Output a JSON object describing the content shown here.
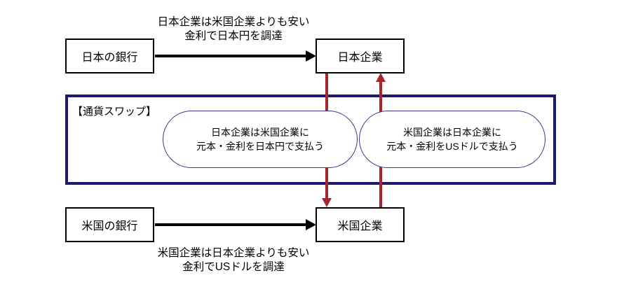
{
  "colors": {
    "swap_box_border": "#1A1A70",
    "stadium_border": "#3A3A8C",
    "payment_arrow_red": "#A8252D",
    "funding_arrow_black": "#000000",
    "background": "#FFFFFF"
  },
  "top_flow": {
    "annotation": "日本企業は米国企業よりも安い\n金利で日本円を調達",
    "bank": "日本の銀行",
    "company": "日本企業"
  },
  "swap": {
    "title": "【通貨スワップ】",
    "left_note": "日本企業は米国企業に\n元本・金利を日本円で支払う",
    "right_note": "米国企業は日本企業に\n元本・金利をUSドルで支払う"
  },
  "bottom_flow": {
    "annotation": "米国企業は日本企業よりも安い\n金利でUSドルを調達",
    "bank": "米国の銀行",
    "company": "米国企業"
  }
}
